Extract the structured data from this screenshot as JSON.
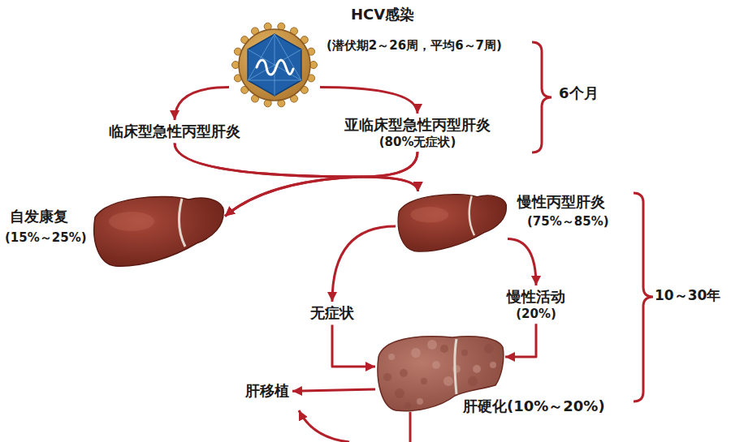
{
  "diagram": {
    "nodes": [
      {
        "text": [
          "HCV感染",
          "(潜伏期2～26周，平均6～7周)"
        ]
      },
      {
        "text": [
          "临床型急性丙型肝炎"
        ]
      },
      {
        "text": [
          "亚临床型急性丙型肝炎",
          "(80%无症状)"
        ]
      },
      {
        "text": [
          "自发康复",
          "(15%～25%)"
        ]
      },
      {
        "text": [
          "慢性丙型肝炎",
          "(75%～85%)"
        ]
      },
      {
        "text": [
          "无症状"
        ]
      },
      {
        "text": [
          "慢性活动",
          "(20%)"
        ]
      },
      {
        "text": [
          "肝硬化(10%～20%)"
        ]
      },
      {
        "text": [
          "肝移植"
        ]
      }
    ],
    "edges": [
      {
        "from": 0,
        "to": 1,
        "arrow": "to"
      },
      {
        "from": 0,
        "to": 2,
        "arrow": "to"
      },
      {
        "from": 1,
        "to": 3,
        "arrow": "to"
      },
      {
        "from": 1,
        "to": 4,
        "arrow": "to"
      },
      {
        "from": 2,
        "to": 3,
        "arrow": "to"
      },
      {
        "from": 2,
        "to": 4,
        "arrow": "to"
      },
      {
        "from": 4,
        "to": 5,
        "arrow": "to"
      },
      {
        "from": 4,
        "to": 6,
        "arrow": "to"
      },
      {
        "from": 5,
        "to": 7,
        "arrow": "to"
      },
      {
        "from": 6,
        "to": 7,
        "arrow": "to"
      },
      {
        "from": 7,
        "to": 8,
        "arrow": "to"
      }
    ],
    "labels": [
      "6个月",
      "10～30年"
    ]
  }
}
